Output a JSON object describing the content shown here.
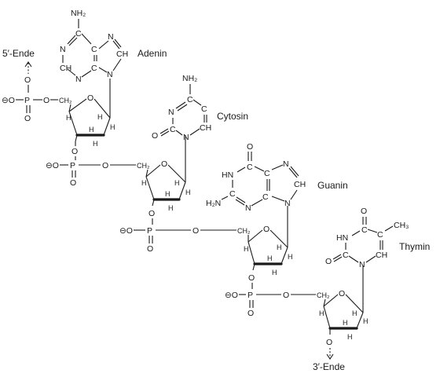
{
  "title": "",
  "strand_ends": {
    "five_prime": "5′-Ende",
    "three_prime": "3′-Ende"
  },
  "bases": [
    {
      "id": "adenin",
      "name": "Adenin",
      "substituent": "NH₂"
    },
    {
      "id": "cytosin",
      "name": "Cytosin",
      "substituent": "NH₂"
    },
    {
      "id": "guanin",
      "name": "Guanin",
      "substituent": "H₂N"
    },
    {
      "id": "thymin",
      "name": "Thymin",
      "substituent": "CH₃"
    }
  ],
  "phosphate_groups": [
    {
      "charge": "⊖O",
      "atom": "P",
      "oxygen": "O"
    },
    {
      "charge": "⊖O",
      "atom": "P",
      "oxygen": "O"
    },
    {
      "charge": "⊖O",
      "atom": "P",
      "oxygen": "O"
    },
    {
      "charge": "⊖O",
      "atom": "P",
      "oxygen": "O"
    }
  ],
  "sugar": {
    "ring_oxygen": "O",
    "methylene": "CH₂",
    "hydrogen": "H"
  },
  "colors": {
    "ink": "#1a1a1a",
    "background": "#ffffff"
  }
}
